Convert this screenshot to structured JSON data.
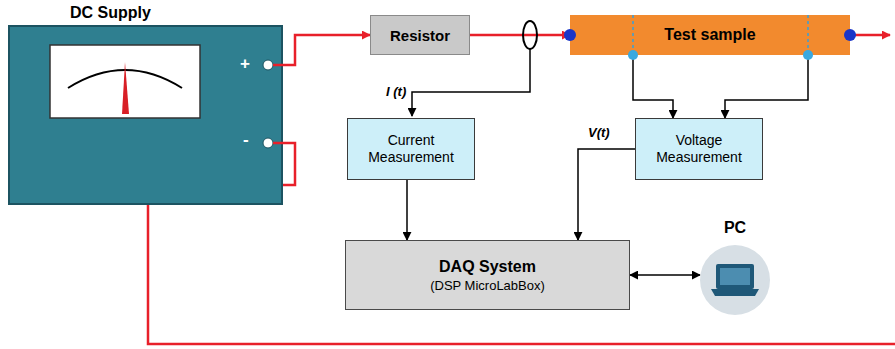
{
  "diagram": {
    "nodes": [
      {
        "text": [
          "DC Supply"
        ]
      },
      {
        "text": [
          "Resistor"
        ]
      },
      {
        "text": [
          "Test sample"
        ]
      },
      {
        "text": [
          "Current Measurement"
        ]
      },
      {
        "text": [
          "Voltage Measurement"
        ]
      },
      {
        "text": [
          "DAQ System",
          "(DSP MicroLabBox)"
        ]
      },
      {
        "text": [
          "PC"
        ]
      }
    ],
    "edges": [
      {
        "from": 0,
        "to": 1,
        "arrow": "to"
      },
      {
        "from": 1,
        "to": 2,
        "arrow": "to"
      },
      {
        "from": 2,
        "to": 4,
        "arrow": "to"
      },
      {
        "from": 2,
        "to": 4,
        "arrow": "to"
      },
      {
        "from": 3,
        "to": 5,
        "arrow": "to"
      },
      {
        "from": 4,
        "to": 5,
        "label": "V(t)",
        "arrow": "to"
      },
      {
        "from": 5,
        "to": 6,
        "arrow": "both"
      }
    ],
    "labels": [
      "+",
      "-",
      "I (t)"
    ]
  }
}
